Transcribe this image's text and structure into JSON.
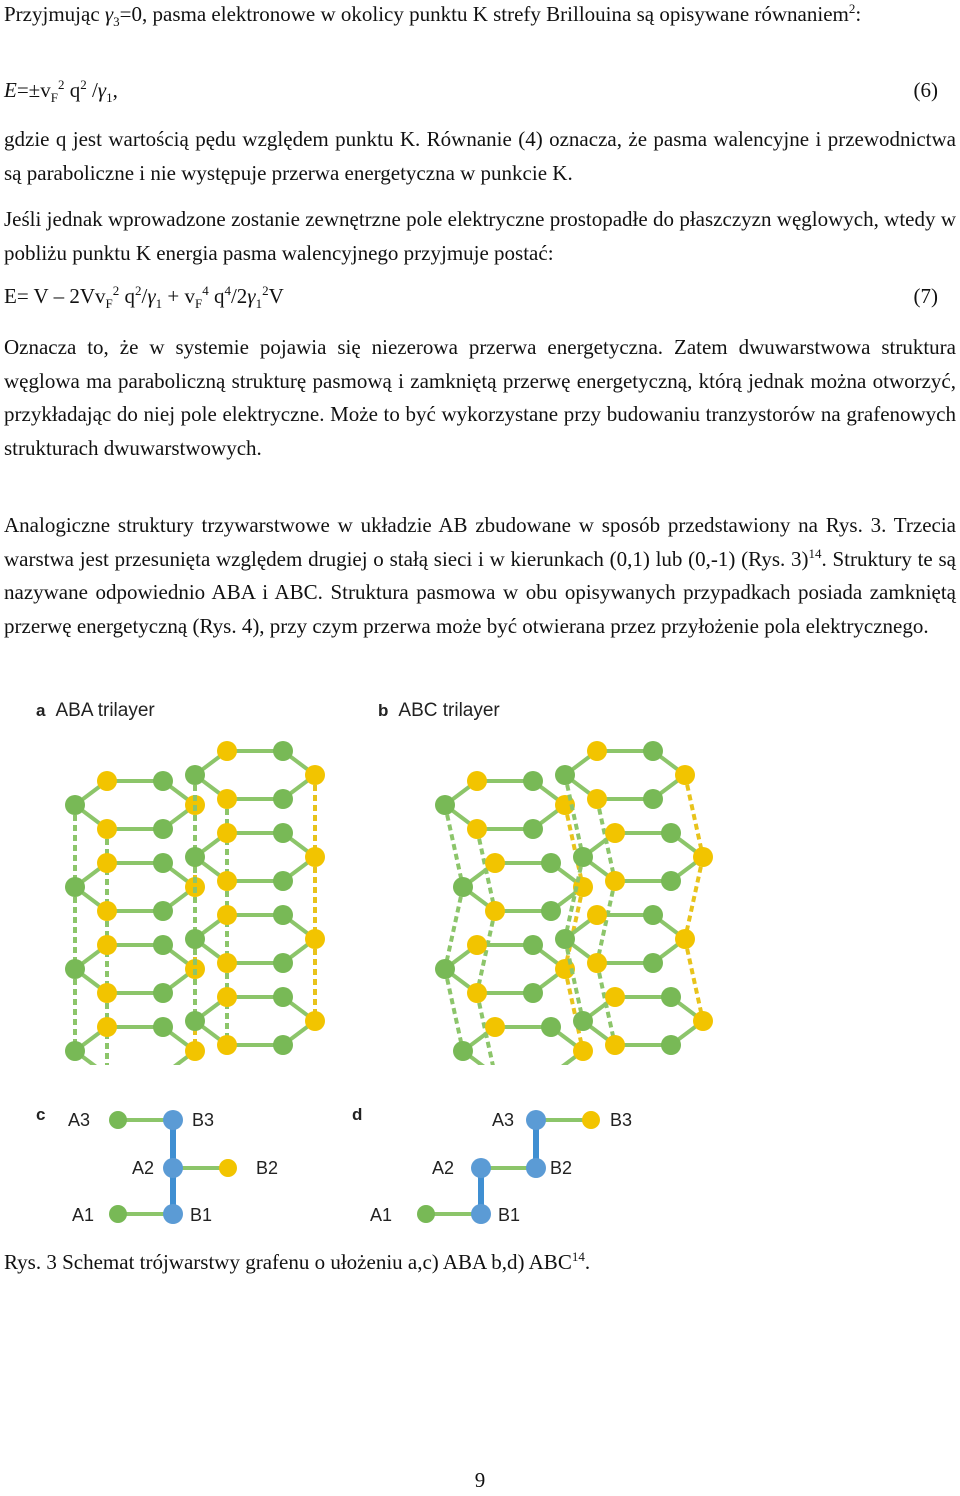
{
  "paragraphs": {
    "p1_a": "Przyjmując ",
    "p1_gamma": "γ",
    "p1_sub": "3",
    "p1_b": "=0, pasma elektronowe w okolicy punktu K strefy Brillouina są opisywane równaniem",
    "p1_sup": "2",
    "p1_c": ":",
    "p2": "gdzie q jest wartością pędu względem punktu K. Równanie (4) oznacza, że pasma walencyjne i przewodnictwa są paraboliczne i nie występuje przerwa energetyczna w punkcie K.",
    "p3": "Jeśli jednak wprowadzone zostanie zewnętrzne pole elektryczne prostopadłe do płaszczyzn węglowych, wtedy w pobliżu punktu K energia pasma walencyjnego przyjmuje postać:",
    "p4": "Oznacza to, że w systemie pojawia się niezerowa przerwa energetyczna. Zatem dwuwarstwowa struktura węglowa ma paraboliczną strukturę pasmową i zamkniętą przerwę energetyczną, którą jednak można otworzyć, przykładając do niej pole elektryczne. Może to być wykorzystane przy budowaniu tranzystorów na grafenowych strukturach dwuwarstwowych.",
    "p5_a": "Analogiczne struktury trzywarstwowe w układzie AB zbudowane w sposób przedstawiony na Rys. 3. Trzecia warstwa jest przesunięta względem drugiej o stałą sieci i w kierunkach (0,1) lub (0,-1) (Rys. 3)",
    "p5_sup": "14",
    "p5_b": ". Struktury te są nazywane odpowiednio ABA i ABC. Struktura pasmowa w obu opisywanych przypadkach posiada zamkniętą przerwę energetyczną (Rys. 4), przy czym przerwa może być otwierana przez przyłożenie pola elektrycznego."
  },
  "equations": {
    "eq6": {
      "E": "E",
      "pm": "=±v",
      "F": "F",
      "sq": "2",
      "q": " q",
      "q2": "2",
      "div": " /",
      "gamma": "γ",
      "one": "1",
      "comma": ",",
      "number": "(6)"
    },
    "eq7": {
      "a": "E= V – 2Vv",
      "F": "F",
      "s2": "2",
      "b": " q",
      "s2b": "2",
      "c": "/",
      "gamma": "γ",
      "one": "1",
      "d": " + v",
      "F2": "F",
      "s4": "4",
      "e": " q",
      "s4b": "4",
      "f": "/2",
      "gamma2": "γ",
      "one2": "1",
      "s2c": "2",
      "g": "V",
      "number": "(7)"
    }
  },
  "figure": {
    "panel_a_letter": "a",
    "panel_a_title": "ABA trilayer",
    "panel_b_letter": "b",
    "panel_b_title": "ABC trilayer",
    "panel_c_letter": "c",
    "panel_d_letter": "d",
    "node_labels": [
      "A3",
      "B3",
      "A2",
      "B2",
      "A1",
      "B1"
    ],
    "colors": {
      "green_node": "#78b956",
      "yellow_node": "#f2c400",
      "bond_green": "#8cc56a",
      "bond_yellow": "#e8c31b",
      "blue_node": "#5b9bd5",
      "blue_bond": "#3f8fd2"
    }
  },
  "caption": {
    "text": "Rys. 3 Schemat trójwarstwy grafenu o ułożeniu a,c) ABA b,d) ABC",
    "sup": "14",
    "end": "."
  },
  "page_number": "9"
}
